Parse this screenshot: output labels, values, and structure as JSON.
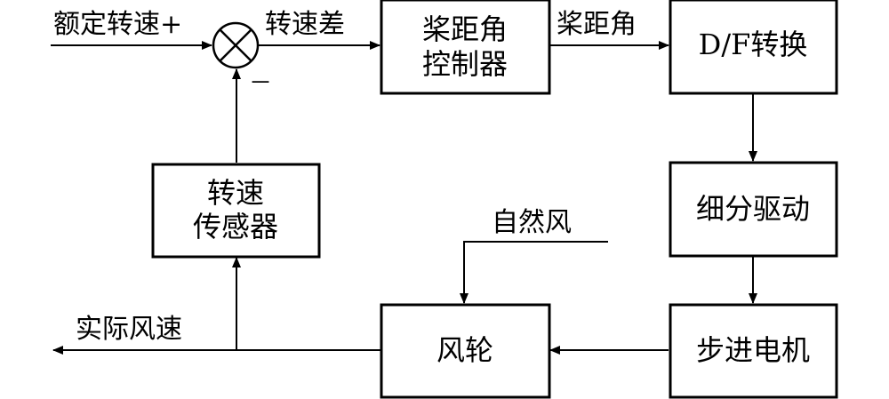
{
  "blocks": {
    "pitch_controller": [
      "桨距角",
      "控制器"
    ],
    "df_convert": [
      "D/F转换"
    ],
    "subdivision_drive": [
      "细分驱动"
    ],
    "stepper_motor": [
      "步进电机"
    ],
    "rotor": [
      "风轮"
    ],
    "speed_sensor": [
      "转速",
      "传感器"
    ]
  },
  "signals": {
    "rated_speed": "额定转速+",
    "speed_error": "转速差",
    "pitch_angle": "桨距角",
    "natural_wind": "自然风",
    "actual_wind_speed": "实际风速",
    "minus_sign": "－"
  },
  "colors": {
    "stroke": "#000000",
    "background": "#ffffff"
  }
}
